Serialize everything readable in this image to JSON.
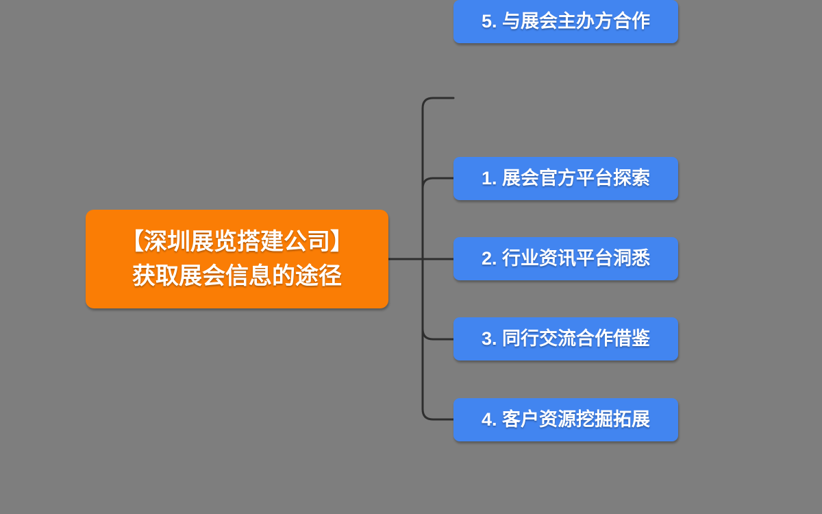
{
  "diagram": {
    "type": "mindmap",
    "root": {
      "label_line1": "【深圳展览搭建公司】",
      "label_line2": "获取展会信息的途径"
    },
    "children": [
      {
        "label": "1. 展会官方平台探索"
      },
      {
        "label": "2. 行业资讯平台洞悉"
      },
      {
        "label": "3. 同行交流合作借鉴"
      },
      {
        "label": "4. 客户资源挖掘拓展"
      },
      {
        "label": "5. 与展会主办方合作"
      }
    ]
  },
  "colors": {
    "background": "#7e7e7e",
    "root_fill": "#fa7d05",
    "child_fill": "#4285f0",
    "connector": "#2e2e2e",
    "node_text": "#ffffff"
  }
}
